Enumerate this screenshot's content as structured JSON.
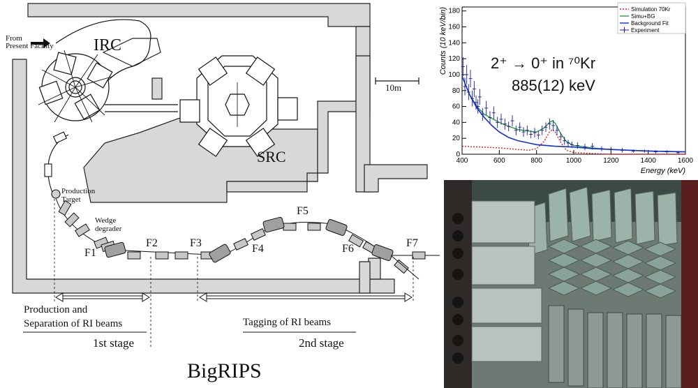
{
  "labels": {
    "from_facility": "From\nPresent Facility",
    "irc": "IRC",
    "src": "SRC",
    "scale": "10m",
    "production_target": "Production\nTarget",
    "wedge_degrader": "Wedge\ndegrader",
    "focal_planes": [
      "F1",
      "F2",
      "F3",
      "F4",
      "F5",
      "F6",
      "F7"
    ],
    "stage1_desc": "Production and\nSeparation of RI beams",
    "stage1": "1st stage",
    "stage2_desc": "Tagging of RI beams",
    "stage2": "2nd stage",
    "title": "BigRIPS"
  },
  "annotation": {
    "transition": "2⁺ → 0⁺ in ⁷⁰Kr",
    "energy": "885(12) keV"
  },
  "colors": {
    "wall": "#d8d8d8",
    "magnet": "#9a9a9a",
    "sim": "#e02020",
    "simbg": "#2ca02c",
    "bgfit": "#1030e0",
    "exp": "#1a1a9a",
    "detector": "#8aa39a"
  },
  "chart_data": {
    "type": "line",
    "xlabel": "Energy (keV)",
    "ylabel": "Counts (10 keV/bin)",
    "xlim": [
      400,
      1600
    ],
    "ylim": [
      0,
      185
    ],
    "xticks": [
      400,
      600,
      800,
      1000,
      1200,
      1400,
      1600
    ],
    "yticks": [
      0,
      20,
      40,
      60,
      80,
      100,
      120,
      140,
      160,
      180
    ],
    "legend_position": "top-right",
    "series": [
      {
        "name": "Simulation 70Kr",
        "style": "dotted",
        "x": [
          400,
          500,
          600,
          700,
          760,
          800,
          840,
          870,
          885,
          900,
          930,
          960,
          1000,
          1100,
          1200,
          1600
        ],
        "y": [
          10,
          9,
          8,
          6,
          5,
          7,
          16,
          28,
          31,
          28,
          15,
          5,
          2,
          1,
          0,
          0
        ]
      },
      {
        "name": "Simu+BG",
        "style": "solid",
        "x": [
          400,
          440,
          480,
          520,
          560,
          600,
          650,
          700,
          760,
          800,
          840,
          870,
          885,
          900,
          930,
          960,
          1000,
          1100,
          1200,
          1400,
          1600
        ],
        "y": [
          98,
          75,
          60,
          50,
          45,
          40,
          35,
          31,
          29,
          28,
          33,
          40,
          42,
          39,
          26,
          16,
          11,
          8,
          6,
          4,
          3
        ]
      },
      {
        "name": "Background Fit",
        "style": "solid",
        "x": [
          400,
          440,
          480,
          520,
          560,
          600,
          650,
          700,
          760,
          800,
          900,
          1000,
          1100,
          1200,
          1400,
          1600
        ],
        "y": [
          98,
          75,
          58,
          46,
          36,
          28,
          21,
          17,
          14,
          12,
          10,
          9,
          7,
          6,
          4,
          3
        ]
      },
      {
        "name": "Experiment",
        "style": "errorbar",
        "x": [
          405,
          415,
          425,
          435,
          445,
          455,
          465,
          475,
          485,
          495,
          510,
          530,
          550,
          570,
          590,
          610,
          630,
          650,
          670,
          690,
          710,
          730,
          750,
          770,
          790,
          810,
          830,
          850,
          870,
          890,
          910,
          930,
          950,
          970,
          990,
          1020,
          1060,
          1100,
          1150,
          1200,
          1260,
          1320,
          1380,
          1440,
          1500,
          1560
        ],
        "y": [
          110,
          85,
          100,
          78,
          95,
          70,
          82,
          65,
          60,
          72,
          50,
          58,
          46,
          52,
          40,
          44,
          38,
          35,
          42,
          30,
          34,
          28,
          30,
          25,
          27,
          24,
          30,
          34,
          38,
          36,
          30,
          22,
          17,
          14,
          12,
          11,
          9,
          10,
          7,
          6,
          5,
          4,
          4,
          3,
          3,
          2
        ],
        "err": [
          12,
          11,
          12,
          10,
          11,
          10,
          10,
          9,
          9,
          10,
          8,
          9,
          8,
          8,
          7,
          7,
          7,
          6,
          7,
          6,
          6,
          6,
          6,
          5,
          6,
          5,
          6,
          6,
          7,
          7,
          6,
          5,
          5,
          4,
          4,
          4,
          4,
          4,
          3,
          3,
          3,
          2,
          2,
          2,
          2,
          2
        ]
      }
    ]
  },
  "photo": {
    "description_icon": "gamma-detector-array-photo"
  }
}
